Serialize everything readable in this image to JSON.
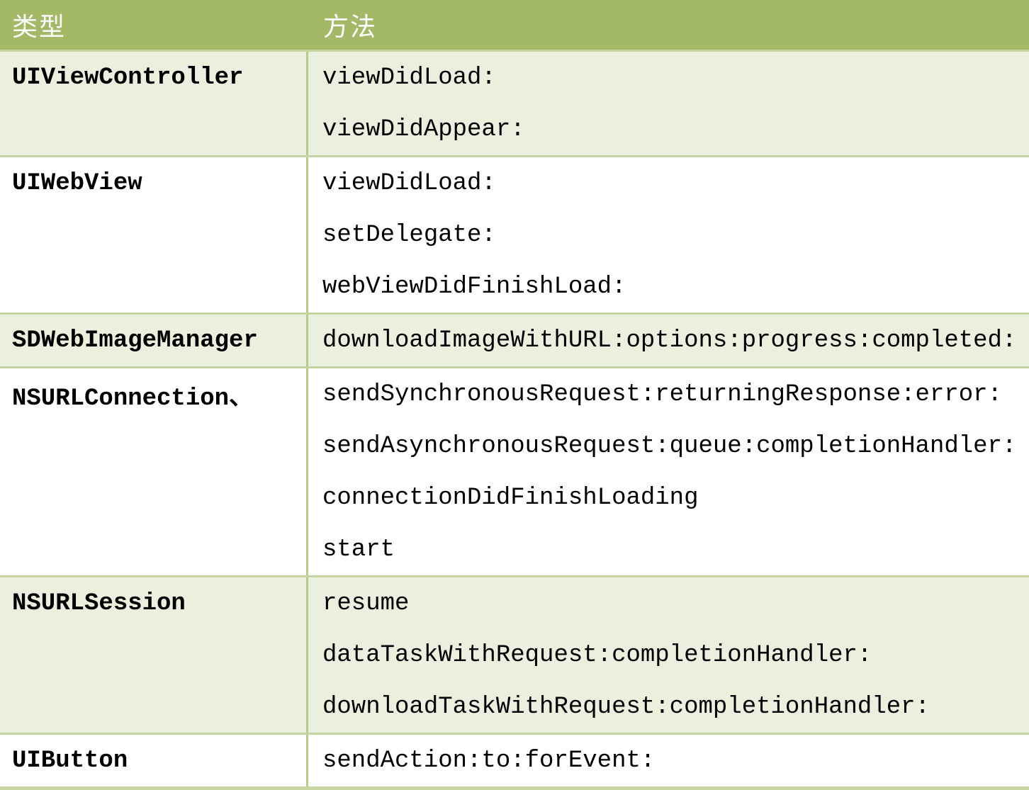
{
  "table": {
    "headers": {
      "type_label": "类型",
      "method_label": "方法"
    },
    "rows": [
      {
        "type": "UIViewController",
        "methods": [
          "viewDidLoad:",
          "viewDidAppear:"
        ]
      },
      {
        "type": "UIWebView",
        "methods": [
          "viewDidLoad:",
          "setDelegate:",
          "webViewDidFinishLoad:"
        ]
      },
      {
        "type": "SDWebImageManager",
        "methods": [
          "downloadImageWithURL:options:progress:completed:"
        ]
      },
      {
        "type": "NSURLConnection、",
        "methods": [
          "sendSynchronousRequest:returningResponse:error:",
          "sendAsynchronousRequest:queue:completionHandler:",
          "connectionDidFinishLoading",
          "start"
        ]
      },
      {
        "type": "NSURLSession",
        "methods": [
          "resume",
          "dataTaskWithRequest:completionHandler:",
          "downloadTaskWithRequest:completionHandler:"
        ]
      },
      {
        "type": "UIButton",
        "methods": [
          "sendAction:to:forEvent:"
        ]
      }
    ],
    "colors": {
      "header_bg": "#a4b967",
      "header_text": "#ffffff",
      "row_alt_bg": "#eaefde",
      "row_bg": "#ffffff",
      "border": "#c5d3a0",
      "divider": "#b7cb8e",
      "body_text": "#000000"
    }
  }
}
